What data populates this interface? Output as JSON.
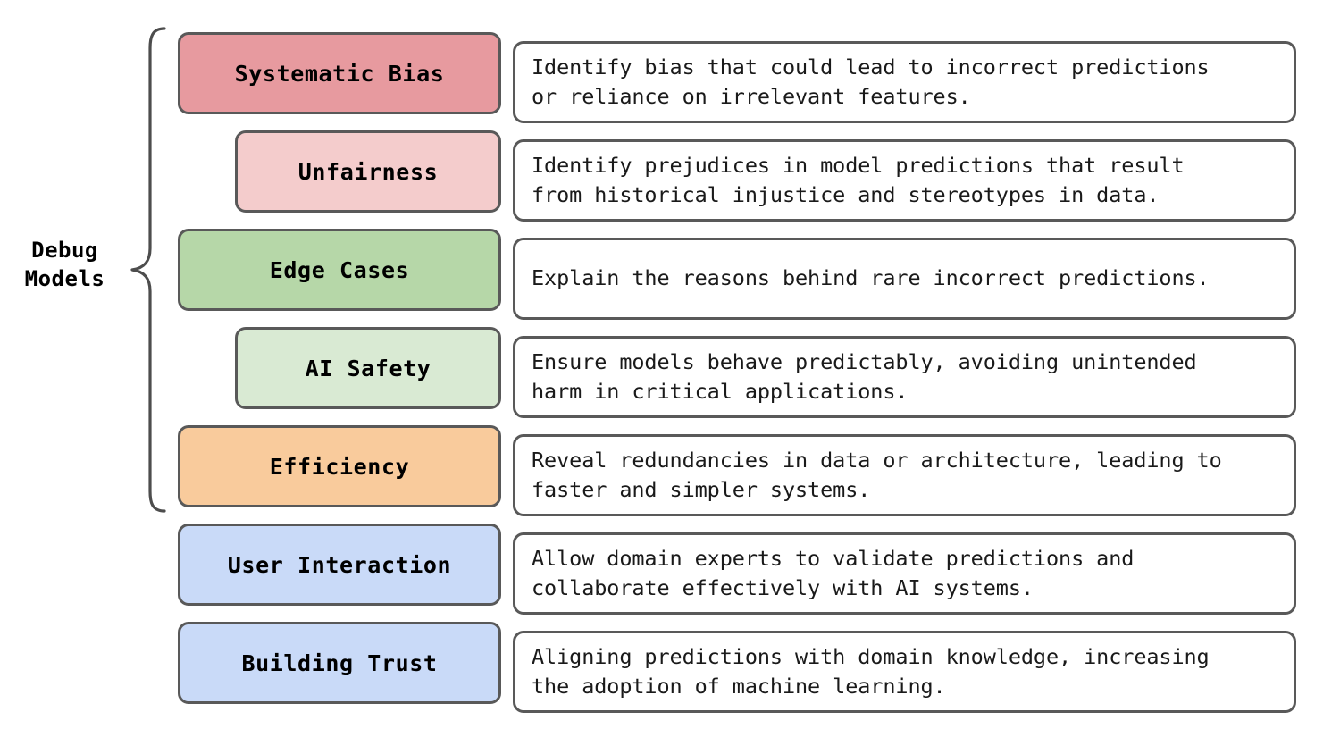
{
  "diagram": {
    "type": "grouped-list",
    "group": {
      "label": "Debug\nModels",
      "brace_covers_rows": 5,
      "brace_color": "#4d4d4d"
    },
    "style": {
      "border_color": "#595959",
      "background": "#ffffff",
      "text_color": "#000000"
    },
    "rows": [
      {
        "label": "Systematic Bias",
        "level": 0,
        "color": "#E79A9F",
        "description": "Identify bias that could lead to incorrect predictions\nor reliance on irrelevant features."
      },
      {
        "label": "Unfairness",
        "level": 1,
        "color": "#F4CCCC",
        "description": "Identify prejudices in model predictions that result\nfrom historical injustice and stereotypes in data."
      },
      {
        "label": "Edge Cases",
        "level": 0,
        "color": "#B6D7A8",
        "description": "Explain the reasons behind rare incorrect predictions."
      },
      {
        "label": "AI Safety",
        "level": 1,
        "color": "#D9EAD3",
        "description": "Ensure models behave predictably, avoiding unintended\nharm in critical applications."
      },
      {
        "label": "Efficiency",
        "level": 0,
        "color": "#F9CB9C",
        "description": "Reveal redundancies in data or architecture, leading to\nfaster and simpler systems."
      },
      {
        "label": "User Interaction",
        "level": 0,
        "color": "#C9DAF8",
        "description": "Allow domain experts to validate predictions and\ncollaborate effectively with AI systems."
      },
      {
        "label": "Building Trust",
        "level": 0,
        "color": "#C9DAF8",
        "description": "Aligning predictions with domain knowledge, increasing\nthe adoption of machine learning."
      }
    ]
  }
}
